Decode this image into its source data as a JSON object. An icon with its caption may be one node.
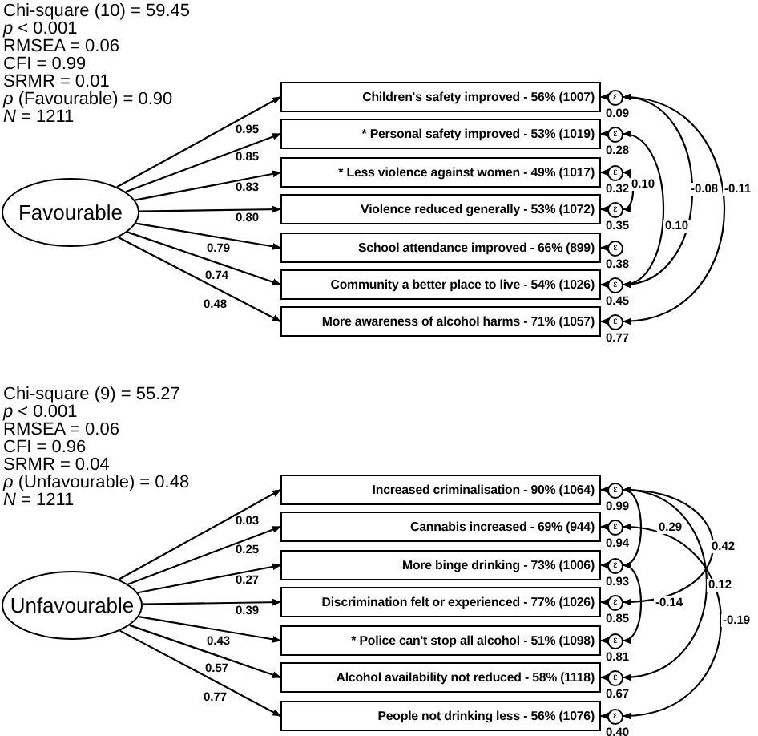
{
  "diagram": {
    "nodes": [
      {
        "text": [
          "Favourable"
        ]
      },
      {
        "text": [
          "Children's safety improved - 56% (1007)"
        ]
      },
      {
        "text": [
          "* Personal safety improved - 53% (1019)"
        ]
      },
      {
        "text": [
          "* Less violence against women - 49% (1017)"
        ]
      },
      {
        "text": [
          "Violence reduced generally - 53% (1072)"
        ]
      },
      {
        "text": [
          "School attendance improved - 66% (899)"
        ]
      },
      {
        "text": [
          "Community a better place to live - 54% (1026)"
        ]
      },
      {
        "text": [
          "More awareness of alcohol harms - 71% (1057)"
        ]
      },
      {
        "text": [
          "ε"
        ],
        "beside": [
          "0.09"
        ]
      },
      {
        "text": [
          "ε"
        ],
        "beside": [
          "0.28"
        ]
      },
      {
        "text": [
          "ε"
        ],
        "beside": [
          "0.32"
        ]
      },
      {
        "text": [
          "ε"
        ],
        "beside": [
          "0.35"
        ]
      },
      {
        "text": [
          "ε"
        ],
        "beside": [
          "0.38"
        ]
      },
      {
        "text": [
          "ε"
        ],
        "beside": [
          "0.45"
        ]
      },
      {
        "text": [
          "ε"
        ],
        "beside": [
          "0.77"
        ]
      },
      {
        "text": [
          "Unfavourable"
        ]
      },
      {
        "text": [
          "Increased criminalisation - 90% (1064)"
        ]
      },
      {
        "text": [
          "Cannabis increased - 69% (944)"
        ]
      },
      {
        "text": [
          "More binge drinking - 73% (1006)"
        ]
      },
      {
        "text": [
          "Discrimination felt or experienced - 77% (1026)"
        ]
      },
      {
        "text": [
          "* Police can't stop all alcohol - 51% (1098)"
        ]
      },
      {
        "text": [
          "Alcohol availability not reduced - 58% (1118)"
        ]
      },
      {
        "text": [
          "People not drinking less - 56% (1076)"
        ]
      },
      {
        "text": [
          "ε"
        ],
        "beside": [
          "0.99"
        ]
      },
      {
        "text": [
          "ε"
        ],
        "beside": [
          "0.94"
        ]
      },
      {
        "text": [
          "ε"
        ],
        "beside": [
          "0.93"
        ]
      },
      {
        "text": [
          "ε"
        ],
        "beside": [
          "0.85"
        ]
      },
      {
        "text": [
          "ε"
        ],
        "beside": [
          "0.81"
        ]
      },
      {
        "text": [
          "ε"
        ],
        "beside": [
          "0.67"
        ]
      },
      {
        "text": [
          "ε"
        ],
        "beside": [
          "0.40"
        ]
      }
    ],
    "edges": [
      {
        "from": 0,
        "to": 1,
        "arrow": "to",
        "label": "0.95"
      },
      {
        "from": 0,
        "to": 2,
        "arrow": "to",
        "label": "0.85"
      },
      {
        "from": 0,
        "to": 3,
        "arrow": "to",
        "label": "0.83"
      },
      {
        "from": 0,
        "to": 4,
        "arrow": "to",
        "label": "0.80"
      },
      {
        "from": 0,
        "to": 5,
        "arrow": "to",
        "label": "0.79"
      },
      {
        "from": 0,
        "to": 6,
        "arrow": "to",
        "label": "0.74"
      },
      {
        "from": 0,
        "to": 7,
        "arrow": "to",
        "label": "0.48"
      },
      {
        "from": 8,
        "to": 1,
        "arrow": "to"
      },
      {
        "from": 9,
        "to": 2,
        "arrow": "to"
      },
      {
        "from": 10,
        "to": 3,
        "arrow": "to"
      },
      {
        "from": 11,
        "to": 4,
        "arrow": "to"
      },
      {
        "from": 12,
        "to": 5,
        "arrow": "to"
      },
      {
        "from": 13,
        "to": 6,
        "arrow": "to"
      },
      {
        "from": 14,
        "to": 7,
        "arrow": "to"
      },
      {
        "from": 10,
        "to": 11,
        "arrow": "both",
        "label": "0.10"
      },
      {
        "from": 9,
        "to": 13,
        "arrow": "both",
        "label": "0.10"
      },
      {
        "from": 8,
        "to": 13,
        "arrow": "both",
        "label": "-0.08"
      },
      {
        "from": 8,
        "to": 14,
        "arrow": "both",
        "label": "-0.11"
      },
      {
        "from": 15,
        "to": 16,
        "arrow": "to",
        "label": "0.03"
      },
      {
        "from": 15,
        "to": 17,
        "arrow": "to",
        "label": "0.25"
      },
      {
        "from": 15,
        "to": 18,
        "arrow": "to",
        "label": "0.27"
      },
      {
        "from": 15,
        "to": 19,
        "arrow": "to",
        "label": "0.39"
      },
      {
        "from": 15,
        "to": 20,
        "arrow": "to",
        "label": "0.43"
      },
      {
        "from": 15,
        "to": 21,
        "arrow": "to",
        "label": "0.57"
      },
      {
        "from": 15,
        "to": 22,
        "arrow": "to",
        "label": "0.77"
      },
      {
        "from": 23,
        "to": 16,
        "arrow": "to"
      },
      {
        "from": 24,
        "to": 17,
        "arrow": "to"
      },
      {
        "from": 25,
        "to": 18,
        "arrow": "to"
      },
      {
        "from": 26,
        "to": 19,
        "arrow": "to"
      },
      {
        "from": 27,
        "to": 20,
        "arrow": "to"
      },
      {
        "from": 28,
        "to": 21,
        "arrow": "to"
      },
      {
        "from": 29,
        "to": 22,
        "arrow": "to"
      },
      {
        "from": 23,
        "to": 25,
        "arrow": "both",
        "label": "0.29"
      },
      {
        "from": 25,
        "to": 27,
        "arrow": "both",
        "label": "-0.14"
      },
      {
        "from": 23,
        "to": 26,
        "arrow": "both",
        "label": "0.42"
      },
      {
        "from": 23,
        "to": 28,
        "arrow": "both",
        "label": "0.12"
      },
      {
        "from": 24,
        "to": 29,
        "arrow": "both",
        "label": "-0.19"
      }
    ],
    "labels": [
      "Chi-square (10) = 59.45",
      "*p* < 0.001",
      "RMSEA = 0.06",
      "CFI = 0.99",
      "SRMR = 0.01",
      "*ρ* (Favourable) = 0.90",
      "*N* = 1211",
      "Chi-square (9) = 55.27",
      "*p* < 0.001",
      "RMSEA = 0.06",
      "CFI = 0.96",
      "SRMR = 0.04",
      "*ρ* (Unfavourable) = 0.48",
      "*N* = 1211"
    ]
  }
}
